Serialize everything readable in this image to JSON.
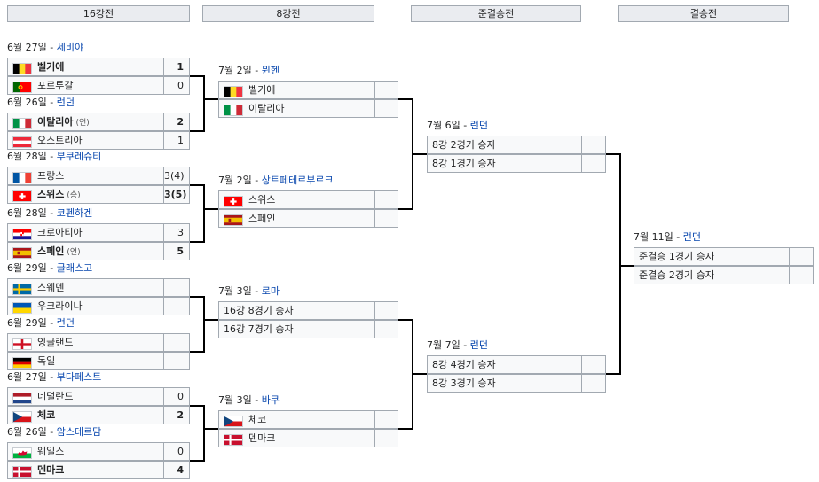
{
  "rounds": [
    "16강전",
    "8강전",
    "준결승전",
    "결승전"
  ],
  "r16": [
    {
      "date": "6월 27일",
      "venue": "세비야",
      "teams": [
        {
          "name": "벨기에",
          "flag": "belgium",
          "score": "1",
          "win": true,
          "note": ""
        },
        {
          "name": "포르투갈",
          "flag": "portugal",
          "score": "0",
          "win": false,
          "note": ""
        }
      ]
    },
    {
      "date": "6월 26일",
      "venue": "런던",
      "teams": [
        {
          "name": "이탈리아",
          "flag": "italy",
          "score": "2",
          "win": true,
          "note": "(연)"
        },
        {
          "name": "오스트리아",
          "flag": "austria",
          "score": "1",
          "win": false,
          "note": ""
        }
      ]
    },
    {
      "date": "6월 28일",
      "venue": "부쿠레슈티",
      "teams": [
        {
          "name": "프랑스",
          "flag": "france",
          "score": "3(4)",
          "win": false,
          "note": ""
        },
        {
          "name": "스위스",
          "flag": "switzerland",
          "score": "3(5)",
          "win": true,
          "note": "(승)"
        }
      ]
    },
    {
      "date": "6월 28일",
      "venue": "코펜하겐",
      "teams": [
        {
          "name": "크로아티아",
          "flag": "croatia",
          "score": "3",
          "win": false,
          "note": ""
        },
        {
          "name": "스페인",
          "flag": "spain",
          "score": "5",
          "win": true,
          "note": "(연)"
        }
      ]
    },
    {
      "date": "6월 29일",
      "venue": "글래스고",
      "teams": [
        {
          "name": "스웨덴",
          "flag": "sweden",
          "score": "",
          "win": false,
          "note": ""
        },
        {
          "name": "우크라이나",
          "flag": "ukraine",
          "score": "",
          "win": false,
          "note": ""
        }
      ]
    },
    {
      "date": "6월 29일",
      "venue": "런던",
      "teams": [
        {
          "name": "잉글랜드",
          "flag": "england",
          "score": "",
          "win": false,
          "note": ""
        },
        {
          "name": "독일",
          "flag": "germany",
          "score": "",
          "win": false,
          "note": ""
        }
      ]
    },
    {
      "date": "6월 27일",
      "venue": "부다페스트",
      "teams": [
        {
          "name": "네덜란드",
          "flag": "netherlands",
          "score": "0",
          "win": false,
          "note": ""
        },
        {
          "name": "체코",
          "flag": "czech",
          "score": "2",
          "win": true,
          "note": ""
        }
      ]
    },
    {
      "date": "6월 26일",
      "venue": "암스테르담",
      "teams": [
        {
          "name": "웨일스",
          "flag": "wales",
          "score": "0",
          "win": false,
          "note": ""
        },
        {
          "name": "덴마크",
          "flag": "denmark",
          "score": "4",
          "win": true,
          "note": ""
        }
      ]
    }
  ],
  "qf": [
    {
      "date": "7월 2일",
      "venue": "뮌헨",
      "teams": [
        {
          "name": "벨기에",
          "flag": "belgium",
          "score": ""
        },
        {
          "name": "이탈리아",
          "flag": "italy",
          "score": ""
        }
      ]
    },
    {
      "date": "7월 2일",
      "venue": "상트페테르부르크",
      "teams": [
        {
          "name": "스위스",
          "flag": "switzerland",
          "score": ""
        },
        {
          "name": "스페인",
          "flag": "spain",
          "score": ""
        }
      ]
    },
    {
      "date": "7월 3일",
      "venue": "로마",
      "teams": [
        {
          "name": "16강 8경기 승자",
          "flag": "",
          "score": ""
        },
        {
          "name": "16강 7경기 승자",
          "flag": "",
          "score": ""
        }
      ]
    },
    {
      "date": "7월 3일",
      "venue": "바쿠",
      "teams": [
        {
          "name": "체코",
          "flag": "czech",
          "score": ""
        },
        {
          "name": "덴마크",
          "flag": "denmark",
          "score": ""
        }
      ]
    }
  ],
  "sf": [
    {
      "date": "7월 6일",
      "venue": "런던",
      "teams": [
        {
          "name": "8강 2경기 승자",
          "flag": "",
          "score": ""
        },
        {
          "name": "8강 1경기 승자",
          "flag": "",
          "score": ""
        }
      ]
    },
    {
      "date": "7월 7일",
      "venue": "런던",
      "teams": [
        {
          "name": "8강 4경기 승자",
          "flag": "",
          "score": ""
        },
        {
          "name": "8강 3경기 승자",
          "flag": "",
          "score": ""
        }
      ]
    }
  ],
  "final": [
    {
      "date": "7월 11일",
      "venue": "런던",
      "teams": [
        {
          "name": "준결승 1경기 승자",
          "flag": "",
          "score": ""
        },
        {
          "name": "준결승 2경기 승자",
          "flag": "",
          "score": ""
        }
      ]
    }
  ]
}
